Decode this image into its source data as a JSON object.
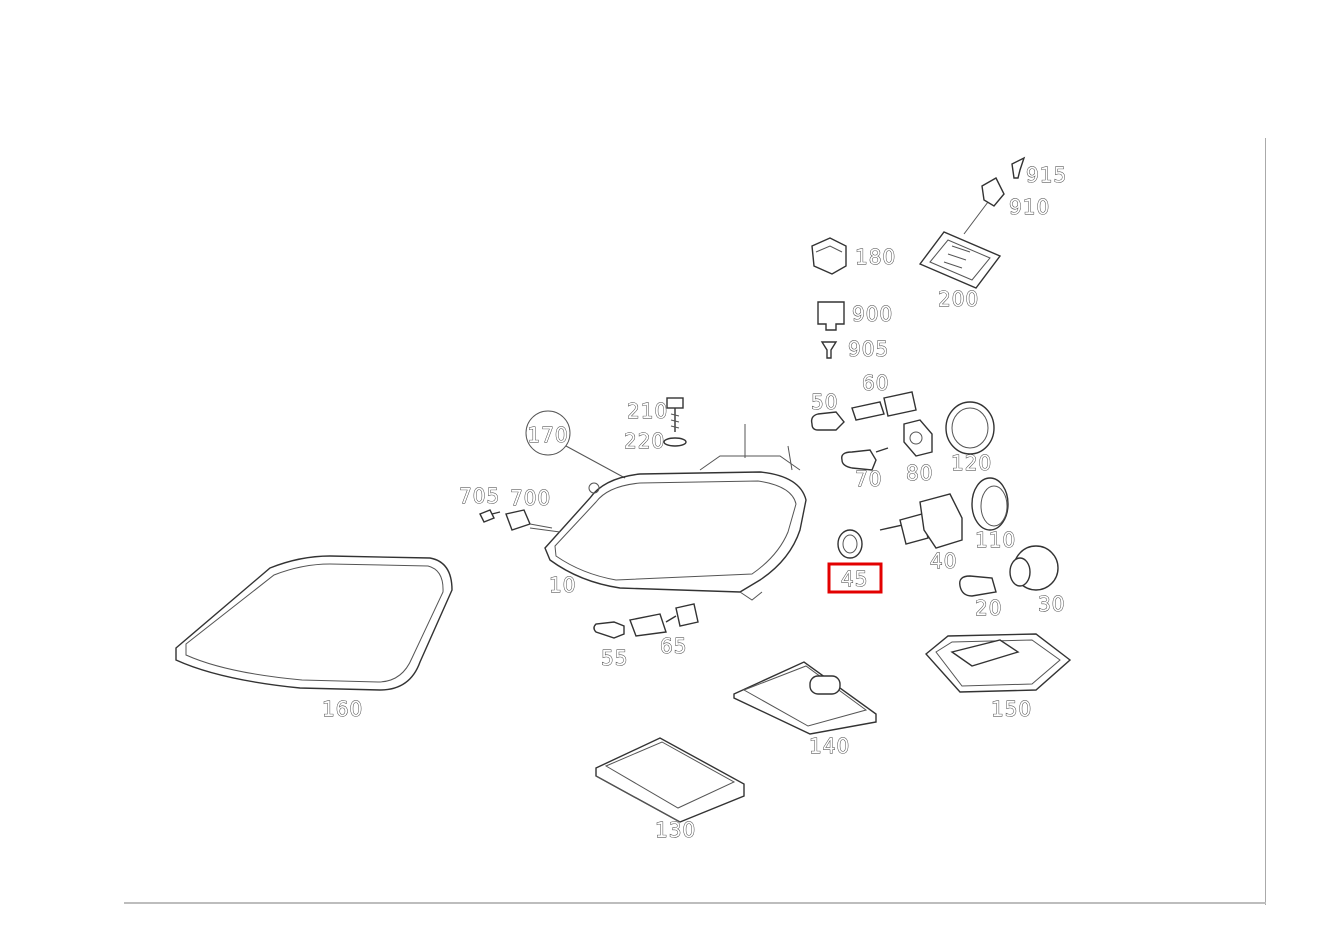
{
  "diagram": {
    "highlight_color": "#e30000",
    "highlighted_callout": "45",
    "callouts": {
      "c10": "10",
      "c20": "20",
      "c30": "30",
      "c40": "40",
      "c45": "45",
      "c50": "50",
      "c55": "55",
      "c60": "60",
      "c65": "65",
      "c70": "70",
      "c80": "80",
      "c110": "110",
      "c120": "120",
      "c130": "130",
      "c140": "140",
      "c150": "150",
      "c160": "160",
      "c170": "170",
      "c180": "180",
      "c200": "200",
      "c210": "210",
      "c220": "220",
      "c700": "700",
      "c705": "705",
      "c900": "900",
      "c905": "905",
      "c910": "910",
      "c915": "915"
    }
  }
}
